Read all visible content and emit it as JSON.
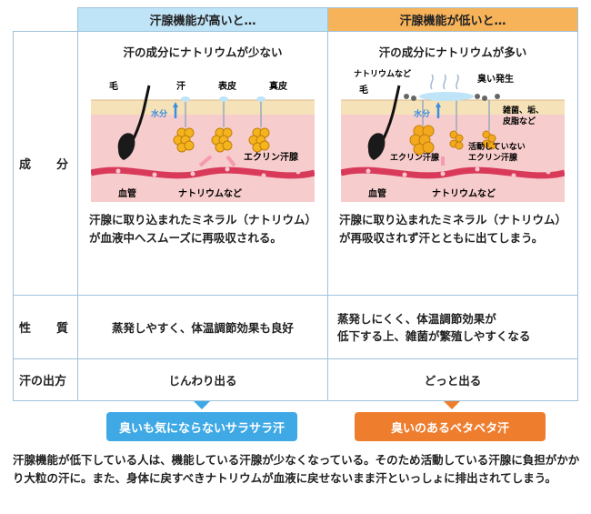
{
  "header": {
    "col_high": "汗腺機能が高いと…",
    "col_low": "汗腺機能が低いと…"
  },
  "rows": {
    "component": {
      "label_a": "成",
      "label_b": "分",
      "high": {
        "subtitle": "汗の成分にナトリウムが少ない",
        "labels": {
          "hair": "毛",
          "sweat": "汗",
          "epidermis": "表皮",
          "dermis": "真皮",
          "water": "水分",
          "eccrine": "エクリン汗腺",
          "vessel": "血管",
          "sodium": "ナトリウムなど"
        },
        "description": "汗腺に取り込まれたミネラル（ナトリウム）が血液中へスムーズに再吸収される。"
      },
      "low": {
        "subtitle": "汗の成分にナトリウムが多い",
        "labels": {
          "sodium_top": "ナトリウムなど",
          "odor": "臭い発生",
          "hair": "毛",
          "water": "水分",
          "bacteria1": "雑菌、垢、",
          "bacteria2": "皮脂など",
          "eccrine": "エクリン汗腺",
          "inactive1": "活動していない",
          "inactive2": "エクリン汗腺",
          "vessel": "血管",
          "sodium": "ナトリウムなど"
        },
        "description": "汗腺に取り込まれたミネラル（ナトリウム）が再吸収されず汗とともに出てしまう。"
      }
    },
    "property": {
      "label_a": "性",
      "label_b": "質",
      "high": "蒸発しやすく、体温調節効果も良好",
      "low_line1": "蒸発しにくく、体温調節効果が",
      "low_line2": "低下する上、雑菌が繁殖しやすくなる"
    },
    "output": {
      "label": "汗の出方",
      "high": "じんわり出る",
      "low": "どっと出る"
    }
  },
  "results": {
    "high": "臭いも気にならないサラサラ汗",
    "low": "臭いのあるベタベタ汗"
  },
  "colors": {
    "header_high": "#bfe3f7",
    "header_low": "#f7b35a",
    "result_high": "#3fa9e6",
    "result_low": "#ef7d2e",
    "vessel": "#d93a5a",
    "skin_top": "#f6e2b8",
    "dermis": "#f7cccc"
  },
  "footer": "汗腺機能が低下している人は、機能している汗腺が少なくなっている。そのため活動している汗腺に負担がかかり大粒の汗に。また、身体に戻すべきナトリウムが血液に戻せないまま汗といっしょに排出されてしまう。"
}
